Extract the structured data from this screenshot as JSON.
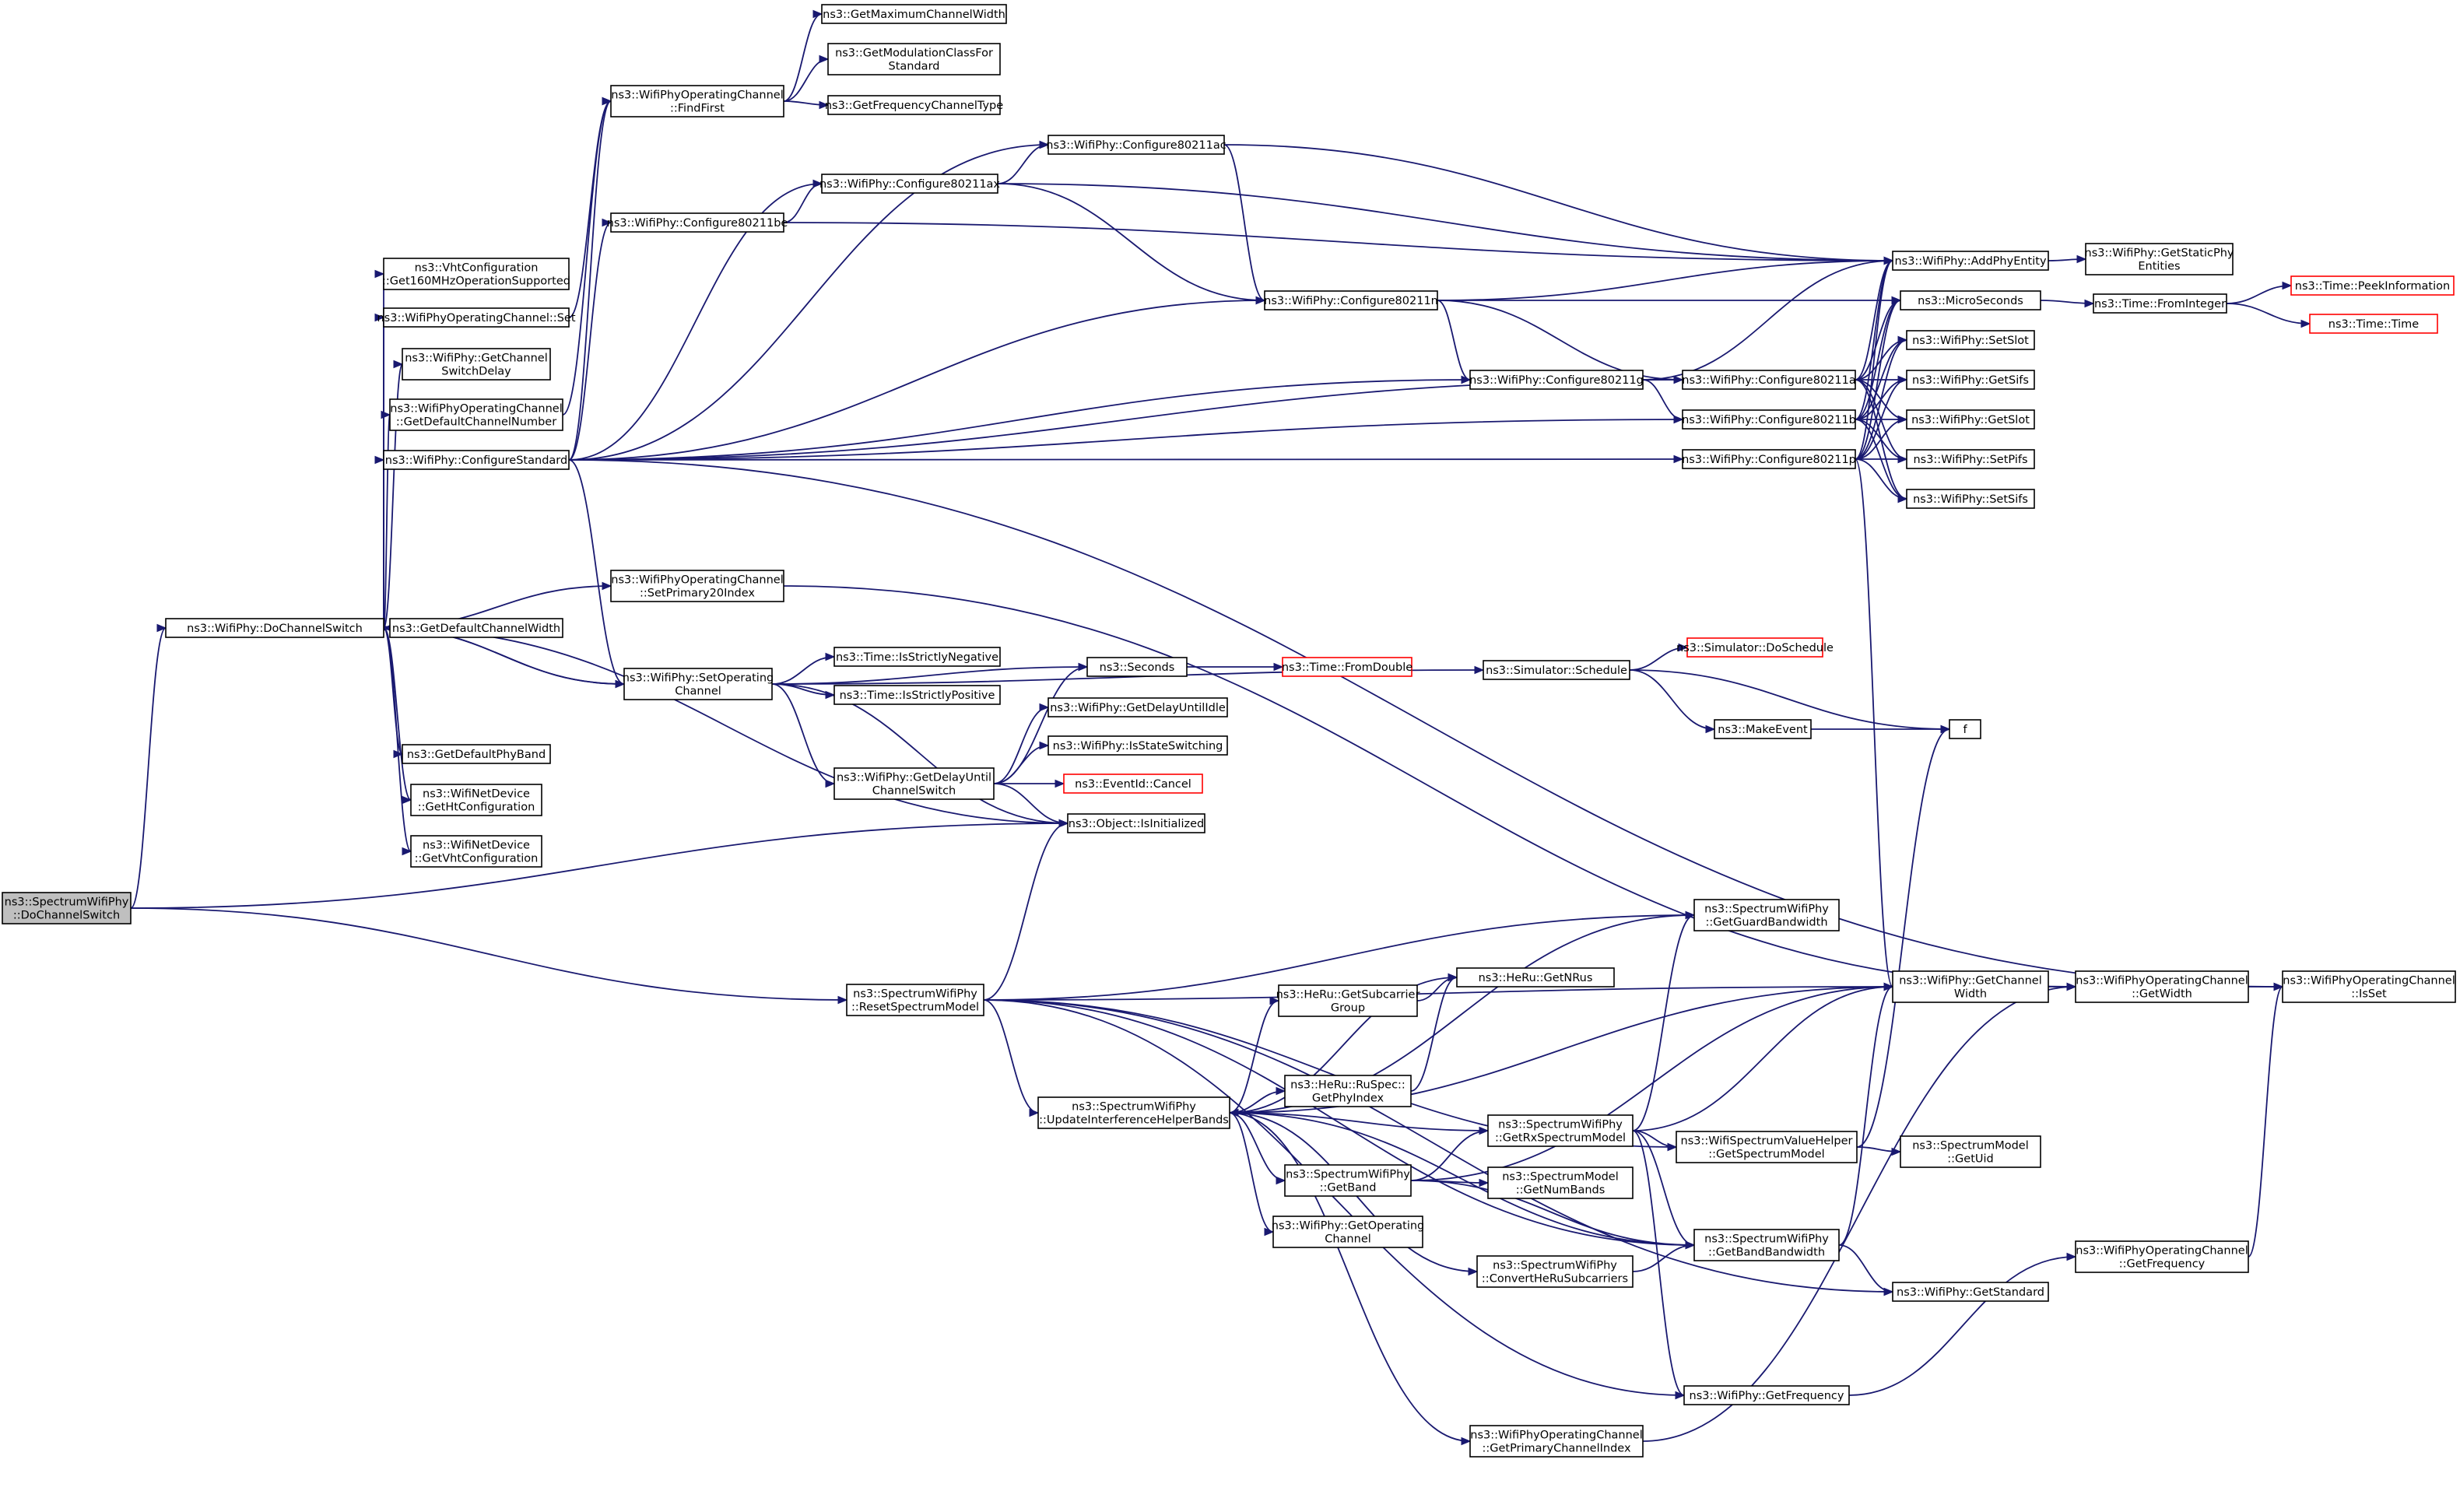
{
  "colors": {
    "edge": "#191970",
    "node_border": "#000000",
    "missing_border": "#ff0000",
    "root_fill": "#bfbfbf"
  },
  "nodes": [
    {
      "id": "root",
      "lines": [
        "ns3::SpectrumWifiPhy",
        "::DoChannelSwitch"
      ],
      "style": "root"
    },
    {
      "id": "dcs",
      "lines": [
        "ns3::WifiPhy::DoChannelSwitch"
      ]
    },
    {
      "id": "vht160",
      "lines": [
        "ns3::VhtConfiguration",
        "::Get160MHzOperationSupported"
      ]
    },
    {
      "id": "ocset",
      "lines": [
        "ns3::WifiPhyOperatingChannel::Set"
      ]
    },
    {
      "id": "gcsd",
      "lines": [
        "ns3::WifiPhy::GetChannel",
        "SwitchDelay"
      ]
    },
    {
      "id": "gdcn",
      "lines": [
        "ns3::WifiPhyOperatingChannel",
        "::GetDefaultChannelNumber"
      ]
    },
    {
      "id": "cstd",
      "lines": [
        "ns3::WifiPhy::ConfigureStandard"
      ]
    },
    {
      "id": "gdcw",
      "lines": [
        "ns3::GetDefaultChannelWidth"
      ]
    },
    {
      "id": "gdpb",
      "lines": [
        "ns3::GetDefaultPhyBand"
      ]
    },
    {
      "id": "ghtc",
      "lines": [
        "ns3::WifiNetDevice",
        "::GetHtConfiguration"
      ]
    },
    {
      "id": "gvhtc",
      "lines": [
        "ns3::WifiNetDevice",
        "::GetVhtConfiguration"
      ]
    },
    {
      "id": "ffirst",
      "lines": [
        "ns3::WifiPhyOperatingChannel",
        "::FindFirst"
      ]
    },
    {
      "id": "c80be",
      "lines": [
        "ns3::WifiPhy::Configure80211be"
      ]
    },
    {
      "id": "sp20",
      "lines": [
        "ns3::WifiPhyOperatingChannel",
        "::SetPrimary20Index"
      ]
    },
    {
      "id": "soc",
      "lines": [
        "ns3::WifiPhy::SetOperating",
        "Channel"
      ]
    },
    {
      "id": "gmcw",
      "lines": [
        "ns3::GetMaximumChannelWidth"
      ]
    },
    {
      "id": "gmcs",
      "lines": [
        "ns3::GetModulationClassFor",
        "Standard"
      ]
    },
    {
      "id": "gfct",
      "lines": [
        "ns3::GetFrequencyChannelType"
      ]
    },
    {
      "id": "c80ax",
      "lines": [
        "ns3::WifiPhy::Configure80211ax"
      ]
    },
    {
      "id": "c80ac",
      "lines": [
        "ns3::WifiPhy::Configure80211ac"
      ]
    },
    {
      "id": "tisn",
      "lines": [
        "ns3::Time::IsStrictlyNegative"
      ]
    },
    {
      "id": "tisp",
      "lines": [
        "ns3::Time::IsStrictlyPositive"
      ]
    },
    {
      "id": "gducs",
      "lines": [
        "ns3::WifiPhy::GetDelayUntil",
        "ChannelSwitch"
      ]
    },
    {
      "id": "secs",
      "lines": [
        "ns3::Seconds"
      ]
    },
    {
      "id": "gdui",
      "lines": [
        "ns3::WifiPhy::GetDelayUntilIdle"
      ]
    },
    {
      "id": "iss",
      "lines": [
        "ns3::WifiPhy::IsStateSwitching"
      ]
    },
    {
      "id": "evc",
      "lines": [
        "ns3::EventId::Cancel"
      ],
      "style": "red"
    },
    {
      "id": "isinit",
      "lines": [
        "ns3::Object::IsInitialized"
      ]
    },
    {
      "id": "tfd",
      "lines": [
        "ns3::Time::FromDouble"
      ],
      "style": "red"
    },
    {
      "id": "c80n",
      "lines": [
        "ns3::WifiPhy::Configure80211n"
      ]
    },
    {
      "id": "c80g",
      "lines": [
        "ns3::WifiPhy::Configure80211g"
      ]
    },
    {
      "id": "sched",
      "lines": [
        "ns3::Simulator::Schedule"
      ]
    },
    {
      "id": "dosched",
      "lines": [
        "ns3::Simulator::DoSchedule"
      ],
      "style": "red"
    },
    {
      "id": "mkev",
      "lines": [
        "ns3::MakeEvent"
      ]
    },
    {
      "id": "f",
      "lines": [
        "f"
      ]
    },
    {
      "id": "c80a",
      "lines": [
        "ns3::WifiPhy::Configure80211a"
      ]
    },
    {
      "id": "c80b",
      "lines": [
        "ns3::WifiPhy::Configure80211b"
      ]
    },
    {
      "id": "c80p",
      "lines": [
        "ns3::WifiPhy::Configure80211p"
      ]
    },
    {
      "id": "ape",
      "lines": [
        "ns3::WifiPhy::AddPhyEntity"
      ]
    },
    {
      "id": "gspe",
      "lines": [
        "ns3::WifiPhy::GetStaticPhy",
        "Entities"
      ]
    },
    {
      "id": "ms",
      "lines": [
        "ns3::MicroSeconds"
      ]
    },
    {
      "id": "tfi",
      "lines": [
        "ns3::Time::FromInteger"
      ]
    },
    {
      "id": "tpi",
      "lines": [
        "ns3::Time::PeekInformation"
      ],
      "style": "red"
    },
    {
      "id": "tt",
      "lines": [
        "ns3::Time::Time"
      ],
      "style": "red"
    },
    {
      "id": "sslot",
      "lines": [
        "ns3::WifiPhy::SetSlot"
      ]
    },
    {
      "id": "gsifs",
      "lines": [
        "ns3::WifiPhy::GetSifs"
      ]
    },
    {
      "id": "gslot",
      "lines": [
        "ns3::WifiPhy::GetSlot"
      ]
    },
    {
      "id": "spifs",
      "lines": [
        "ns3::WifiPhy::SetPifs"
      ]
    },
    {
      "id": "ssifs",
      "lines": [
        "ns3::WifiPhy::SetSifs"
      ]
    },
    {
      "id": "rsm",
      "lines": [
        "ns3::SpectrumWifiPhy",
        "::ResetSpectrumModel"
      ]
    },
    {
      "id": "uihb",
      "lines": [
        "ns3::SpectrumWifiPhy",
        "::UpdateInterferenceHelperBands"
      ]
    },
    {
      "id": "gsubg",
      "lines": [
        "ns3::HeRu::GetSubcarrier",
        "Group"
      ]
    },
    {
      "id": "gnrus",
      "lines": [
        "ns3::HeRu::GetNRus"
      ]
    },
    {
      "id": "rspi",
      "lines": [
        "ns3::HeRu::RuSpec::",
        "GetPhyIndex"
      ]
    },
    {
      "id": "gband",
      "lines": [
        "ns3::SpectrumWifiPhy",
        "::GetBand"
      ]
    },
    {
      "id": "goc",
      "lines": [
        "ns3::WifiPhy::GetOperating",
        "Channel"
      ]
    },
    {
      "id": "grsm",
      "lines": [
        "ns3::SpectrumWifiPhy",
        "::GetRxSpectrumModel"
      ]
    },
    {
      "id": "gnb",
      "lines": [
        "ns3::SpectrumModel",
        "::GetNumBands"
      ]
    },
    {
      "id": "chrs",
      "lines": [
        "ns3::SpectrumWifiPhy",
        "::ConvertHeRuSubcarriers"
      ]
    },
    {
      "id": "gpci",
      "lines": [
        "ns3::WifiPhyOperatingChannel",
        "::GetPrimaryChannelIndex"
      ]
    },
    {
      "id": "ggb",
      "lines": [
        "ns3::SpectrumWifiPhy",
        "::GetGuardBandwidth"
      ]
    },
    {
      "id": "wsvh",
      "lines": [
        "ns3::WifiSpectrumValueHelper",
        "::GetSpectrumModel"
      ]
    },
    {
      "id": "gbbw",
      "lines": [
        "ns3::SpectrumWifiPhy",
        "::GetBandBandwidth"
      ]
    },
    {
      "id": "gfreq",
      "lines": [
        "ns3::WifiPhy::GetFrequency"
      ]
    },
    {
      "id": "gcw",
      "lines": [
        "ns3::WifiPhy::GetChannel",
        "Width"
      ]
    },
    {
      "id": "smuid",
      "lines": [
        "ns3::SpectrumModel",
        "::GetUid"
      ]
    },
    {
      "id": "gstd",
      "lines": [
        "ns3::WifiPhy::GetStandard"
      ]
    },
    {
      "id": "ocgw",
      "lines": [
        "ns3::WifiPhyOperatingChannel",
        "::GetWidth"
      ]
    },
    {
      "id": "ocgf",
      "lines": [
        "ns3::WifiPhyOperatingChannel",
        "::GetFrequency"
      ]
    },
    {
      "id": "ocis",
      "lines": [
        "ns3::WifiPhyOperatingChannel",
        "::IsSet"
      ]
    }
  ]
}
